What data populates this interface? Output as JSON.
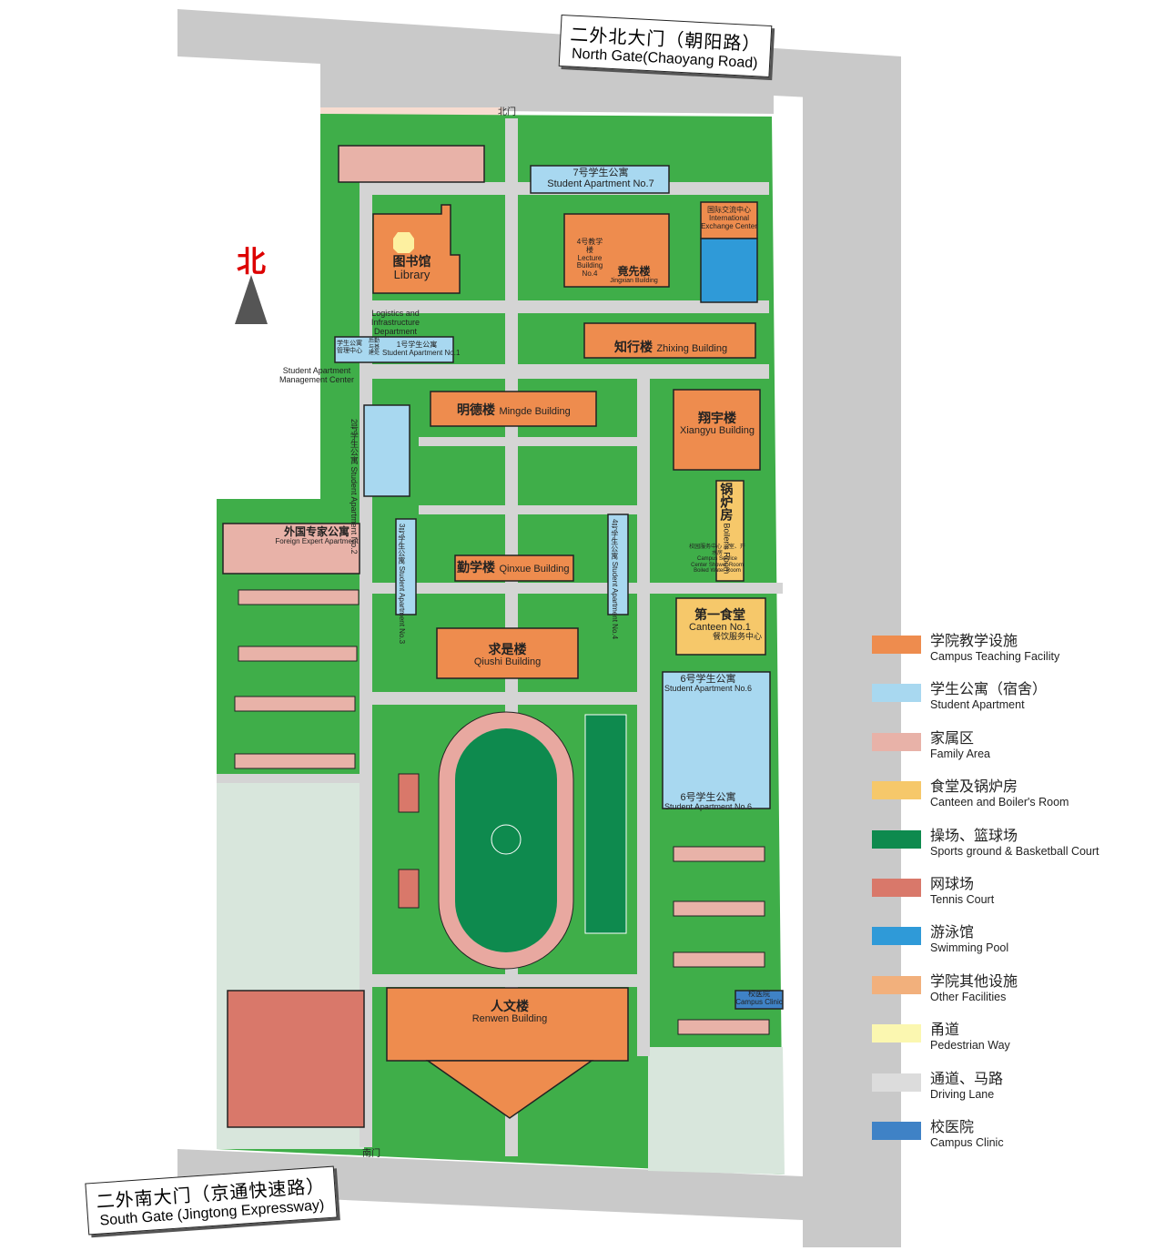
{
  "north_label": "北",
  "gates": {
    "north": {
      "cn": "二外北大门（朝阳路）",
      "en": "North Gate(Chaoyang Road)",
      "small": "北门"
    },
    "south": {
      "cn": "二外南大门（京通快速路）",
      "en": "South Gate (Jingtong Expressway)",
      "small": "南门"
    }
  },
  "buildings": {
    "apt7": {
      "cn": "7号学生公寓",
      "en": "Student Apartment No.7"
    },
    "library": {
      "cn": "图书馆",
      "en": "Library"
    },
    "lecture4": {
      "cn": "4号教学楼",
      "en": "Lecture Building No.4"
    },
    "jingxian": {
      "cn": "竟先楼",
      "en": "Jingxian Building"
    },
    "intl": {
      "cn": "国际交流中心",
      "en": "International Exchange Center"
    },
    "logistics": {
      "en": "Logistics and Infrastructure Department",
      "cn": "后勤与基建处"
    },
    "apt_mgmt": {
      "cn": "学生公寓管理中心",
      "en": "Student Apartment Management Center"
    },
    "apt1": {
      "cn": "1号学生公寓",
      "en": "Student Apartment No.1"
    },
    "zhixing": {
      "cn": "知行楼",
      "en": "Zhixing Building"
    },
    "mingde": {
      "cn": "明德楼",
      "en": "Mingde Building"
    },
    "xiangyu": {
      "cn": "翔宇楼",
      "en": "Xiangyu Building"
    },
    "apt2": {
      "cn": "2号学生公寓",
      "en": "Student Apartment No.2"
    },
    "boiler": {
      "cn": "锅炉房",
      "en": "Boiler's Room"
    },
    "service": {
      "cn": "校园服务中心 浴室、开水房",
      "en": "Campus Service Center Shower Room Boiled Water Room"
    },
    "foreign": {
      "cn": "外国专家公寓",
      "en": "Foreign Expert Apartment"
    },
    "apt3": {
      "cn": "3号学生公寓",
      "en": "Student Apartment No.3"
    },
    "qinxue": {
      "cn": "勤学楼",
      "en": "Qinxue Building"
    },
    "apt4": {
      "cn": "4号学生公寓",
      "en": "Student Apartment No.4"
    },
    "canteen": {
      "cn": "第一食堂",
      "en": "Canteen No.1",
      "sub": "餐饮服务中心"
    },
    "qiushi": {
      "cn": "求是楼",
      "en": "Qiushi Building"
    },
    "apt6a": {
      "cn": "6号学生公寓",
      "en": "Student Apartment No.6"
    },
    "apt6b": {
      "cn": "6号学生公寓",
      "en": "Student Apartment No.6"
    },
    "renwen": {
      "cn": "人文楼",
      "en": "Renwen Building"
    },
    "clinic": {
      "cn": "校医院",
      "en": "Campus Clinic"
    }
  },
  "legend": [
    {
      "cn": "学院教学设施",
      "en": "Campus Teaching Facility",
      "color": "#ee8c4e"
    },
    {
      "cn": "学生公寓（宿舍）",
      "en": "Student Apartment",
      "color": "#a8d8f0"
    },
    {
      "cn": "家属区",
      "en": "Family Area",
      "color": "#e8b2a8"
    },
    {
      "cn": "食堂及锅炉房",
      "en": "Canteen and Boiler's Room",
      "color": "#f6c86a"
    },
    {
      "cn": "操场、篮球场",
      "en": "Sports ground & Basketball Court",
      "color": "#0e8a4e"
    },
    {
      "cn": "网球场",
      "en": "Tennis Court",
      "color": "#d9786a"
    },
    {
      "cn": "游泳馆",
      "en": "Swimming Pool",
      "color": "#2f9ad8"
    },
    {
      "cn": "学院其他设施",
      "en": "Other Facilities",
      "color": "#f2b07c"
    },
    {
      "cn": "甬道",
      "en": "Pedestrian Way",
      "color": "#fbf7b0"
    },
    {
      "cn": "通道、马路",
      "en": "Driving Lane",
      "color": "#dcdcdc"
    },
    {
      "cn": "校医院",
      "en": "Campus Clinic",
      "color": "#3f82c6"
    }
  ]
}
